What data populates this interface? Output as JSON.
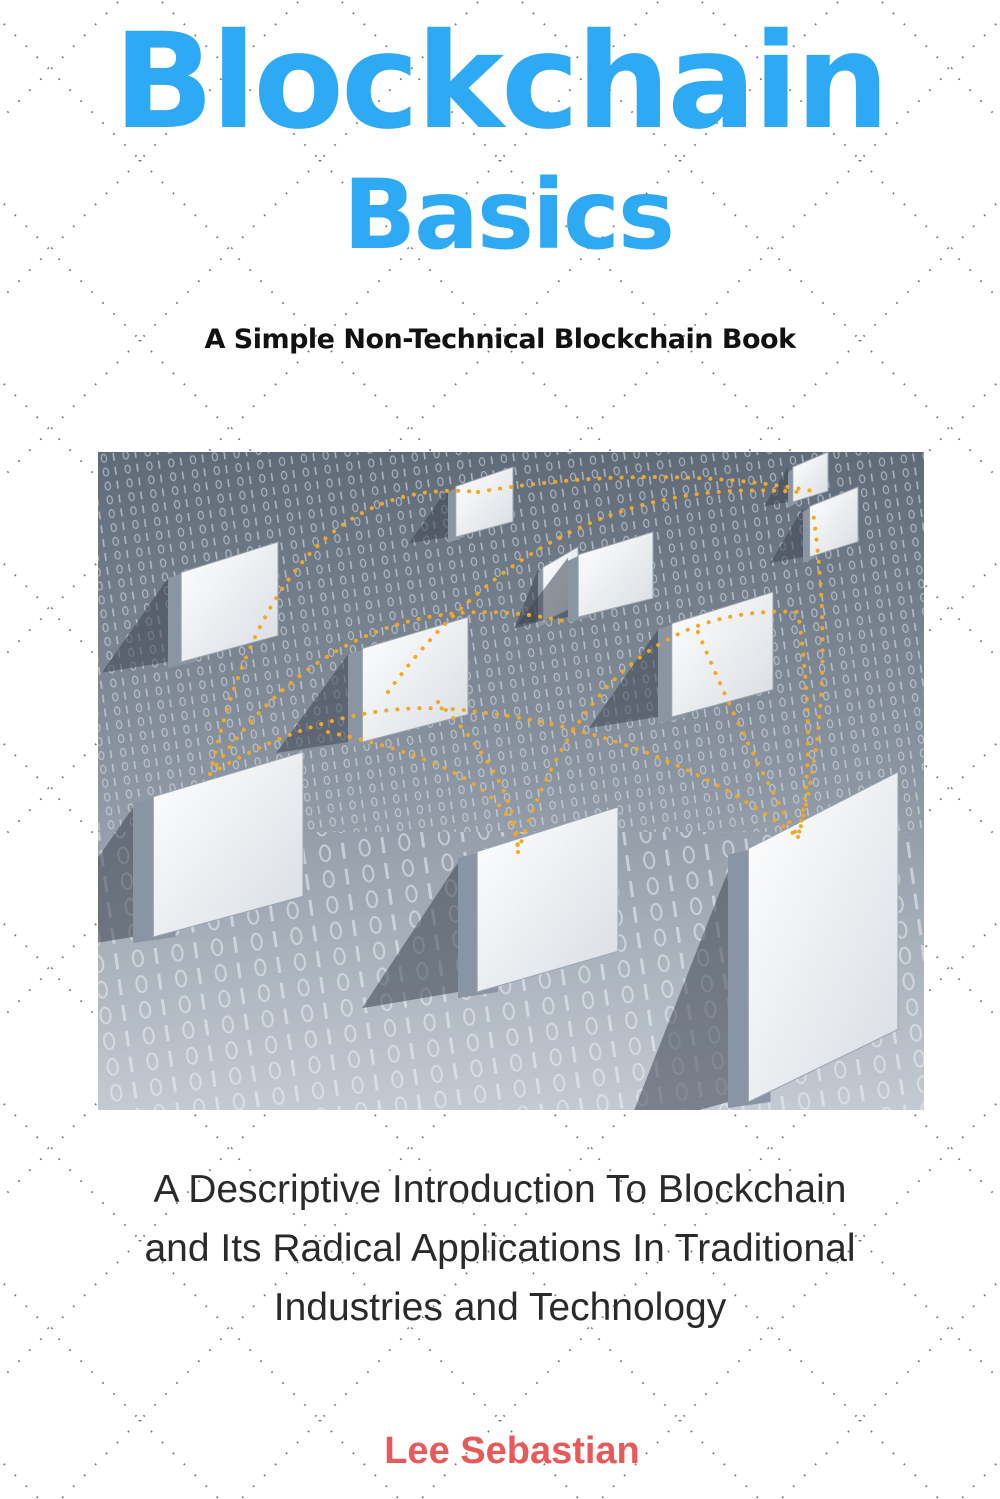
{
  "cover": {
    "title_line1": "Blockchain",
    "title_line2": "Basics",
    "subtitle": "A Simple Non-Technical Blockchain Book",
    "description_lines": [
      "A Descriptive Introduction To Blockchain",
      "and Its Radical Applications In Traditional",
      "Industries and Technology"
    ],
    "author": "Lee Sebastian"
  },
  "colors": {
    "title": "#2eaaf5",
    "author": "#e85a5a",
    "network_links": "#f2a825"
  }
}
